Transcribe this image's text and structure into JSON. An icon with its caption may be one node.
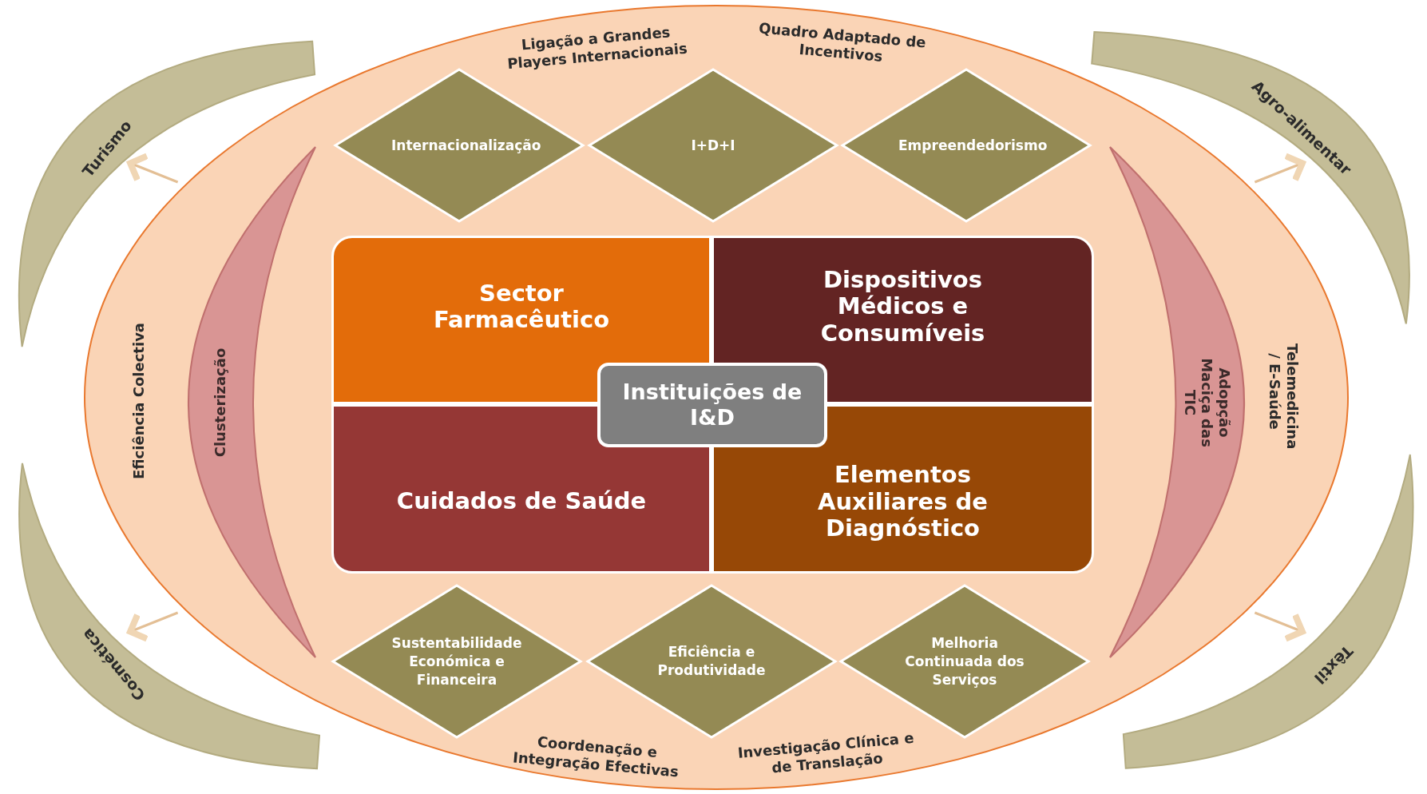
{
  "diagram": {
    "nodes": [
      {
        "text": [],
        "shape": "ellipse"
      },
      {
        "text": [
          "Internacionalização"
        ],
        "in": 0
      },
      {
        "text": [
          "I+D+I"
        ],
        "in": 0
      },
      {
        "text": [
          "Empreendedorismo"
        ],
        "in": 0
      },
      {
        "text": [
          "Clusterização"
        ],
        "in": 0
      },
      {
        "text": [
          "Sector Farmacêutico"
        ],
        "in": 0
      },
      {
        "text": [
          "Dispositivos Médicos e Consumíveis"
        ],
        "in": 0
      },
      {
        "text": [
          "Instituições de I&D"
        ],
        "in": 0
      },
      {
        "text": [
          "Cuidados de Saúde"
        ],
        "in": 0
      },
      {
        "text": [
          "Elementos Auxiliares de Diagnóstico"
        ],
        "in": 0
      },
      {
        "text": [
          "Adopção Maciça das TIC"
        ],
        "in": 0
      },
      {
        "text": [
          "Sustentabilidade Económica e Financeira"
        ],
        "in": 0
      },
      {
        "text": [
          "Eficiência e Produtividade"
        ],
        "in": 0
      },
      {
        "text": [
          "Melhoria Continuada dos Serviços"
        ],
        "in": 0
      },
      {
        "text": [
          "Turismo"
        ]
      },
      {
        "text": [
          "Agro-alimentar"
        ]
      },
      {
        "text": [
          "Cosmética"
        ]
      },
      {
        "text": [
          "Têxtil"
        ]
      }
    ],
    "edges": [
      {
        "from": null,
        "to": 14,
        "arrow": "to"
      },
      {
        "from": null,
        "to": 15,
        "arrow": "to"
      },
      {
        "from": null,
        "to": 16,
        "arrow": "to"
      },
      {
        "from": null,
        "to": 17,
        "arrow": "to"
      }
    ],
    "labels": [
      "Ligação a Grandes Players Internacionais",
      "Quadro Adaptado de Incentivos",
      "Eficiência Colectiva",
      "Telemedicina / E-Saúde",
      "Coordenação e Integração Efectivas",
      "Investigação Clínica e de Translação"
    ]
  }
}
